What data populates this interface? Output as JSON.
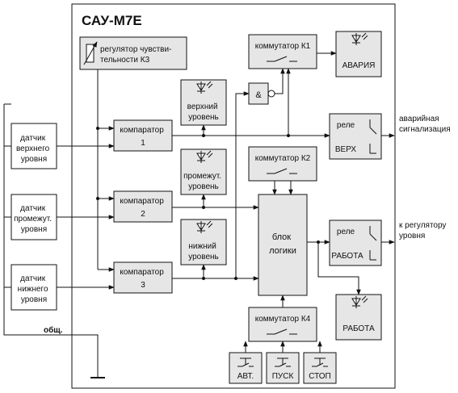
{
  "title": "САУ-М7Е",
  "sensors": {
    "upper": [
      "датчик",
      "верхнего",
      "уровня"
    ],
    "middle": [
      "датчик",
      "промежут.",
      "уровня"
    ],
    "lower": [
      "датчик",
      "нижнего",
      "уровня"
    ]
  },
  "common_label": "общ.",
  "sensitivity": [
    "регулятор чувстви-",
    "тельности К3"
  ],
  "comparators": [
    {
      "name": "компаратор",
      "num": "1"
    },
    {
      "name": "компаратор",
      "num": "2"
    },
    {
      "name": "компаратор",
      "num": "3"
    }
  ],
  "level_indicators": {
    "upper": [
      "верхний",
      "уровень"
    ],
    "middle": [
      "промежут.",
      "уровень"
    ],
    "lower": [
      "нижний",
      "уровень"
    ]
  },
  "and_gate": "&",
  "switches": {
    "k1": "коммутатор К1",
    "k2": "коммутатор К2",
    "k4": "коммутатор К4"
  },
  "alarm_indicator": "АВАРИЯ",
  "logic_block": [
    "блок",
    "логики"
  ],
  "relays": {
    "upper": {
      "name": "реле",
      "label": "ВЕРХ"
    },
    "work": {
      "name": "реле",
      "label": "РАБОТА"
    }
  },
  "work_indicator": "РАБОТА",
  "outputs": {
    "alarm": [
      "аварийная",
      "сигнализация"
    ],
    "regulator": [
      "к регулятору",
      "уровня"
    ]
  },
  "buttons": [
    "АВТ.",
    "ПУСК",
    "СТОП"
  ]
}
